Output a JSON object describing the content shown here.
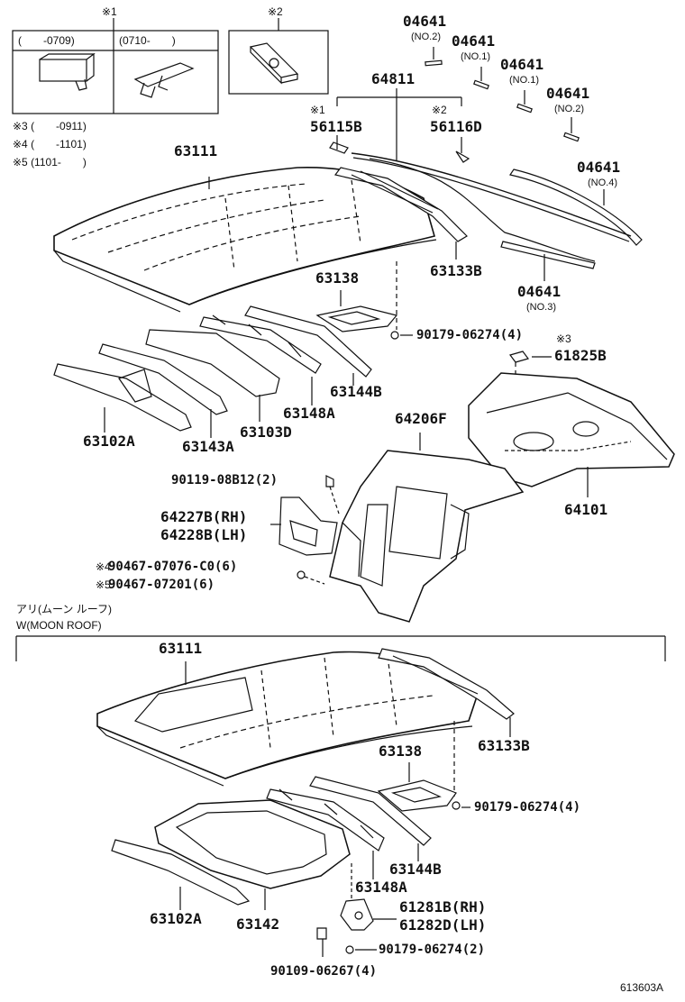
{
  "legend": {
    "box1_mark": "※1",
    "box1_left_range": "(　　-0709)",
    "box1_right_range": "(0710-　　)",
    "box2_mark": "※2",
    "note3": "※3 (　　-0911)",
    "note4": "※4 (　　-1101)",
    "note5": "※5 (1101-　　)"
  },
  "top_section": {
    "p04641_no2_a": "04641",
    "p04641_no2_a_sub": "(NO.2)",
    "p04641_no1_a": "04641",
    "p04641_no1_a_sub": "(NO.1)",
    "p04641_no1_b": "04641",
    "p04641_no1_b_sub": "(NO.1)",
    "p04641_no2_b": "04641",
    "p04641_no2_b_sub": "(NO.2)",
    "p64811": "64811",
    "mark1": "※1",
    "p56115B": "56115B",
    "mark2": "※2",
    "p56116D": "56116D",
    "p63111": "63111",
    "p04641_no4": "04641",
    "p04641_no4_sub": "(NO.4)",
    "p63133B": "63133B",
    "p63138": "63138",
    "p04641_no3": "04641",
    "p04641_no3_sub": "(NO.3)",
    "p90179_a": "90179-06274(4)",
    "mark3": "※3",
    "p61825B": "61825B",
    "p63144B": "63144B",
    "p63148A": "63148A",
    "p64206F": "64206F",
    "p63102A": "63102A",
    "p63143A": "63143A",
    "p63103D": "63103D",
    "p64101": "64101",
    "p90119": "90119-08B12(2)",
    "p64227B": "64227B(RH)",
    "p64228B": "64228B(LH)",
    "mark4": "※4",
    "p90467_a": "90467-07076-C0(6)",
    "mark5": "※5",
    "p90467_b": "90467-07201(6)"
  },
  "moonroof_section": {
    "title_jp": "アリ(ムーン ルーフ)",
    "title_en": "W(MOON ROOF)",
    "p63111": "63111",
    "p63133B": "63133B",
    "p63138": "63138",
    "p90179_b": "90179-06274(4)",
    "p63144B": "63144B",
    "p63148A": "63148A",
    "p63102A": "63102A",
    "p63142": "63142",
    "p61281B": "61281B(RH)",
    "p61282D": "61282D(LH)",
    "p90179_c": "90179-06274(2)",
    "p90109": "90109-06267(4)"
  },
  "figure_id": "613603A"
}
